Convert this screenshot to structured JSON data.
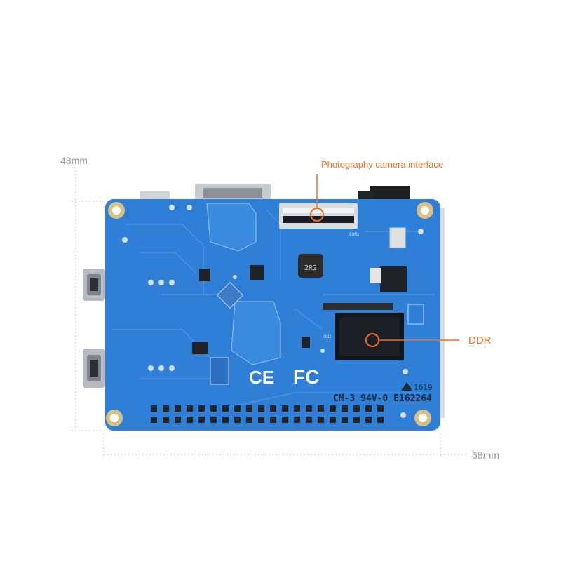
{
  "dimensions": {
    "height_label": "48mm",
    "width_label": "68mm"
  },
  "callouts": {
    "camera": "Photography camera interface",
    "ddr": "DDR"
  },
  "board_marks": {
    "chip_label": "2R2",
    "part_number": "CM-3 94V-0 E162264",
    "date_code": "1619",
    "connector_label": "CON1",
    "chip_id": "DU2"
  },
  "colors": {
    "callout": "#e8702a",
    "board": "#2f7fd6",
    "dimension_line": "#b9b9b9"
  }
}
